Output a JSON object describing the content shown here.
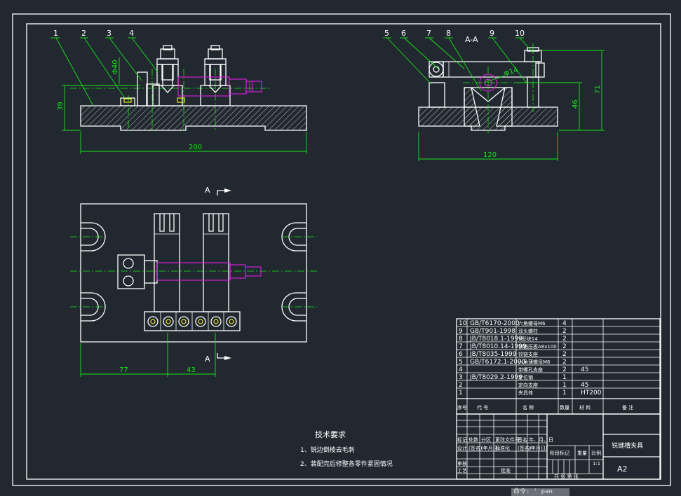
{
  "view_labels": {
    "section_title": "A-A",
    "section_mark_top": "A",
    "section_mark_bottom": "A"
  },
  "part_callouts_front": [
    "1",
    "2",
    "3",
    "4"
  ],
  "part_callouts_side": [
    "5",
    "6",
    "7",
    "8",
    "9",
    "10"
  ],
  "dimensions": {
    "front_height": "39",
    "front_width": "200",
    "front_diameter": "Φ40",
    "side_width": "120",
    "side_height_inner": "46",
    "side_height_total": "71",
    "side_diameter": "Φ14",
    "plan_left": "77",
    "plan_right": "43"
  },
  "bom_rows": [
    {
      "no": "10",
      "code": "GB/T6170-2000",
      "name": "六角螺母M6",
      "qty": "4",
      "material": "",
      "remark": ""
    },
    {
      "no": "9",
      "code": "GB/T901-1998",
      "name": "双头螺柱",
      "qty": "2",
      "material": "",
      "remark": ""
    },
    {
      "no": "8",
      "code": "JB/T8018.1-1999",
      "name": "V形块14",
      "qty": "2",
      "material": "",
      "remark": ""
    },
    {
      "no": "7",
      "code": "JB/T8010.14-1999",
      "name": "铰链压板A8x100",
      "qty": "2",
      "material": "",
      "remark": ""
    },
    {
      "no": "6",
      "code": "JB/T8035-1999",
      "name": "铰链支座",
      "qty": "2",
      "material": "",
      "remark": ""
    },
    {
      "no": "5",
      "code": "GB/T6172.1-2000",
      "name": "六角薄螺母M6",
      "qty": "2",
      "material": "",
      "remark": ""
    },
    {
      "no": "4",
      "code": "",
      "name": "带螺孔支座",
      "qty": "2",
      "material": "45",
      "remark": ""
    },
    {
      "no": "3",
      "code": "JB/T8029.2-1999",
      "name": "定位销",
      "qty": "1",
      "material": "",
      "remark": ""
    },
    {
      "no": "2",
      "code": "",
      "name": "定向支座",
      "qty": "1",
      "material": "45",
      "remark": ""
    },
    {
      "no": "1",
      "code": "",
      "name": "夹具体",
      "qty": "1",
      "material": "HT200",
      "remark": ""
    }
  ],
  "bom_header": {
    "no": "序号",
    "code": "代    号",
    "name": "名    称",
    "qty": "数量",
    "material": "材    料",
    "remark": "备 注"
  },
  "title_block": {
    "drawing_name": "铣键槽夹具",
    "sheet_size": "A2",
    "scale": "1:1",
    "row_labels_1": [
      "标记",
      "处数",
      "分区",
      "更改文件号",
      "签名",
      "年、月、日"
    ],
    "row_labels_2": [
      "设计",
      "(签名)",
      "(年月日)",
      "标准化",
      "(签名)",
      "(年月日)"
    ],
    "stage_labels": [
      "阶段标记",
      "重量",
      "比例"
    ],
    "review": "审核",
    "process": "工艺",
    "approve": "批准",
    "sheets": "共   张   第   张"
  },
  "tech_requirements": {
    "title": "技术要求",
    "items": [
      "1、锐边倒棱去毛刺",
      "2、装配完后修整各零件紧固情况"
    ]
  },
  "command_line": "命令: ' pan"
}
